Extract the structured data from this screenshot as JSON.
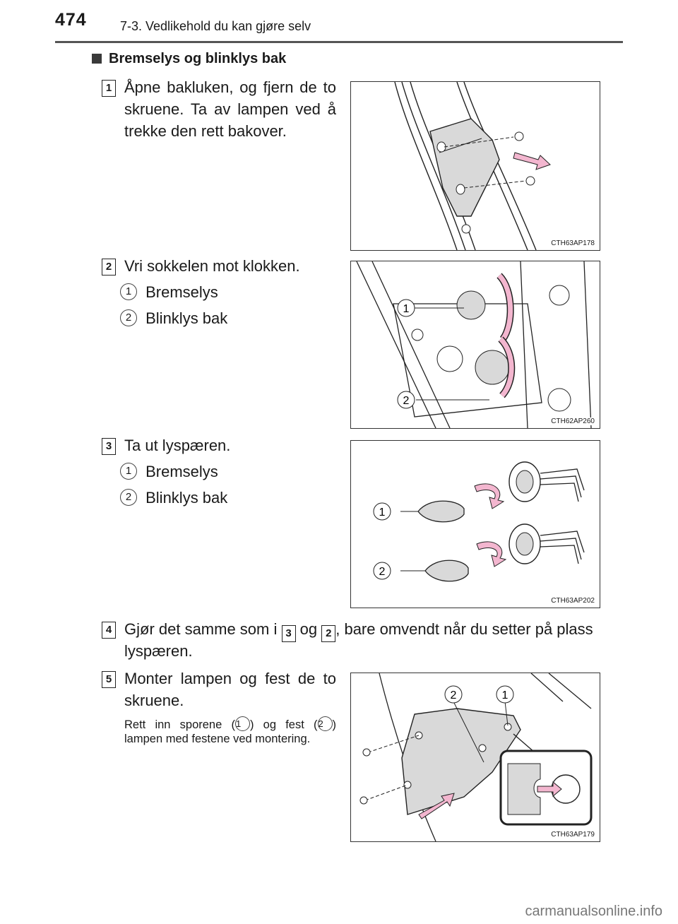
{
  "header": {
    "page_number": "474",
    "section": "7-3. Vedlikehold du kan gjøre selv"
  },
  "heading": "Bremselys og blinklys bak",
  "steps": [
    {
      "num": "1",
      "text": "Åpne bakluken, og fjern de to skruene. Ta av lampen ved å trekke den rett bakover.",
      "figure_code": "CTH63AP178"
    },
    {
      "num": "2",
      "text": "Vri sokkelen mot klokken.",
      "items": [
        {
          "n": "1",
          "label": "Bremselys"
        },
        {
          "n": "2",
          "label": "Blinklys bak"
        }
      ],
      "figure_code": "CTH62AP260"
    },
    {
      "num": "3",
      "text": "Ta ut lyspæren.",
      "items": [
        {
          "n": "1",
          "label": "Bremselys"
        },
        {
          "n": "2",
          "label": "Blinklys bak"
        }
      ],
      "figure_code": "CTH63AP202"
    },
    {
      "num": "4",
      "text_a": "Gjør det samme som i",
      "ref_a": "3",
      "text_b": "og",
      "ref_b": "2",
      "text_c": ", bare omvendt når du setter på plass lyspæren."
    },
    {
      "num": "5",
      "text": "Monter lampen og fest de to skruene.",
      "note_a": "Rett inn sporene (",
      "note_n1": "1",
      "note_b": ") og fest (",
      "note_n2": "2",
      "note_c": ") lampen med festene ved montering.",
      "figure_code": "CTH63AP179"
    }
  ],
  "figure_labels": {
    "one": "1",
    "two": "2"
  },
  "watermark": "carmanualsonline.info",
  "colors": {
    "arrow_pink": "#f3b6cf",
    "arrow_outline": "#222222",
    "part_gray": "#d9d9d9"
  }
}
